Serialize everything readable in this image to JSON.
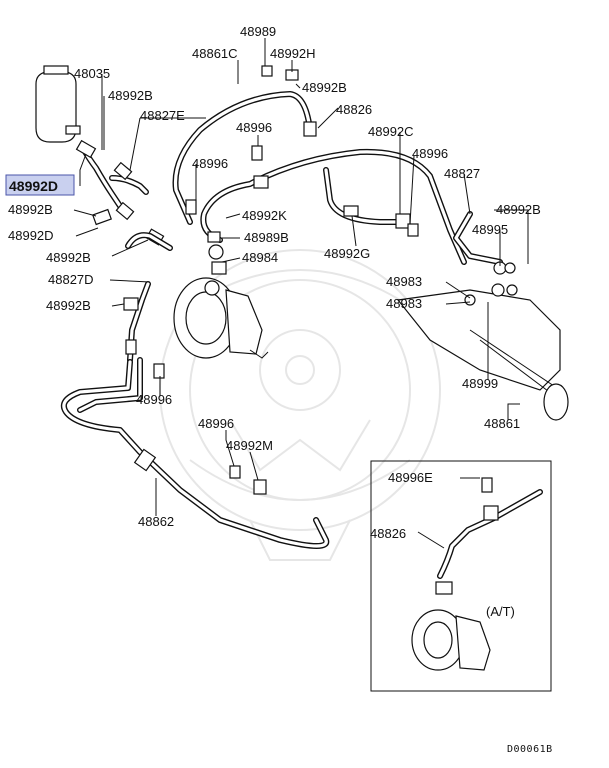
{
  "diagram": {
    "labels": {
      "l48989": "48989",
      "l48861C": "48861C",
      "l48992H": "48992H",
      "l48035": "48035",
      "l48992B_top": "48992B",
      "l48992B_right": "48992B",
      "l48827E": "48827E",
      "l48826_top": "48826",
      "l48996_a": "48996",
      "l48992C": "48992C",
      "l48996_b": "48996",
      "l48996_c": "48996",
      "l48992D_hl": "48992D",
      "l48827": "48827",
      "l48992B_left": "48992B",
      "l48992K": "48992K",
      "l48992B_far": "48992B",
      "l48992D": "48992D",
      "l48989B": "48989B",
      "l48995": "48995",
      "l48992G": "48992G",
      "l48992B_mid": "48992B",
      "l48984": "48984",
      "l48827D": "48827D",
      "l48983_a": "48983",
      "l48983_b": "48983",
      "l48992B_low": "48992B",
      "l48999": "48999",
      "l48996_d": "48996",
      "l48861": "48861",
      "l48996_e": "48996",
      "l48992M": "48992M",
      "l48996E": "48996E",
      "l48862": "48862",
      "l48826_inset": "48826",
      "at_label": "(A/T)",
      "diagram_code": "D00061B"
    }
  }
}
